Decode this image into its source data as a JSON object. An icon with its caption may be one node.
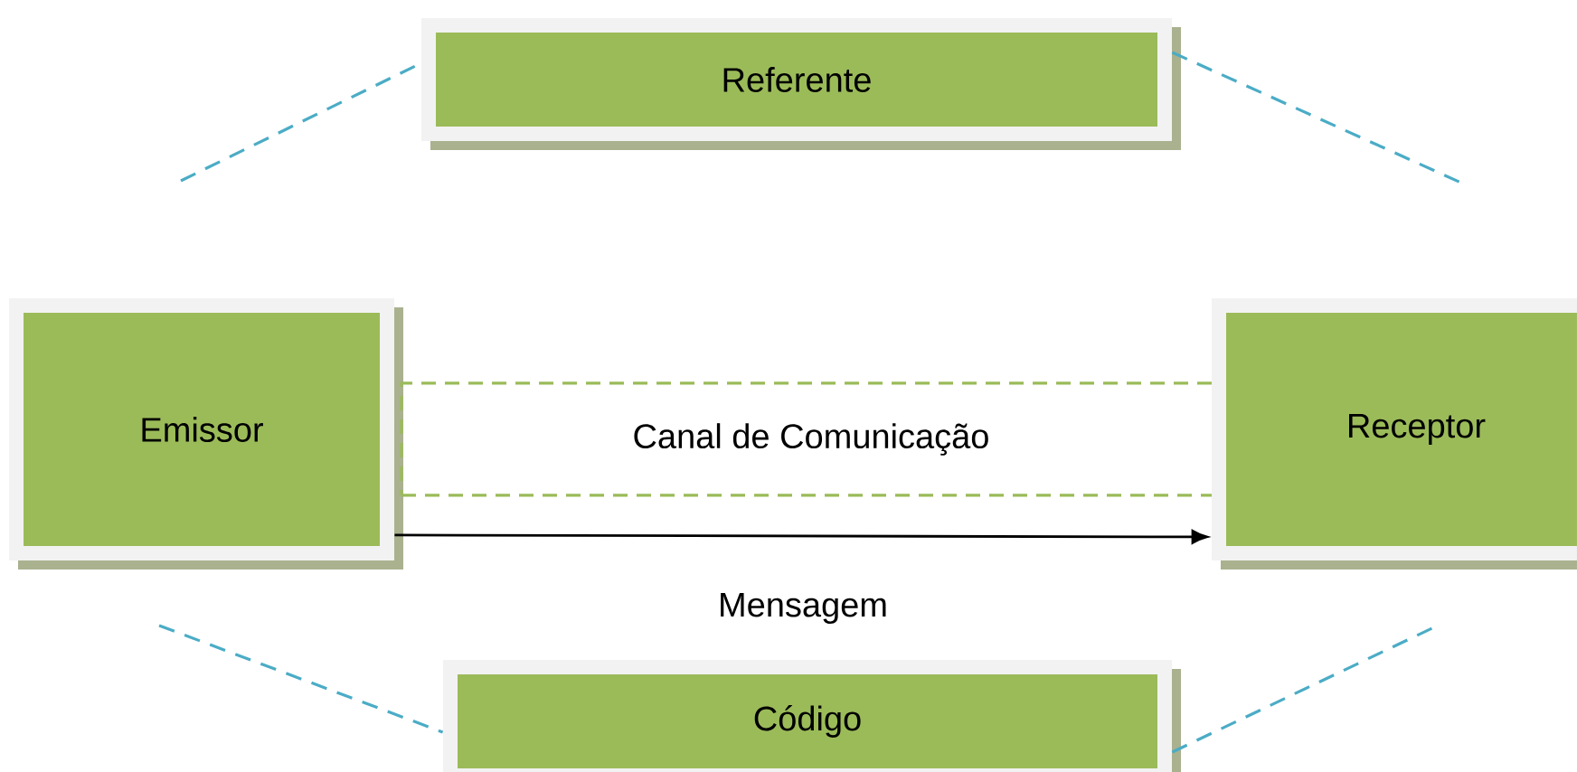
{
  "diagram": {
    "nodes": [
      {
        "text": [
          "Referente"
        ]
      },
      {
        "text": [
          "Emissor"
        ]
      },
      {
        "text": [
          "Canal de Comunicação"
        ]
      },
      {
        "text": [
          "Receptor"
        ]
      },
      {
        "text": [
          "Código"
        ]
      }
    ],
    "edges": [
      {
        "from": null,
        "to": 0,
        "arrow": "none",
        "style": "dashed",
        "color": "#4bacc6"
      },
      {
        "from": 0,
        "to": null,
        "arrow": "none",
        "style": "dashed",
        "color": "#4bacc6"
      },
      {
        "from": null,
        "to": 4,
        "arrow": "none",
        "style": "dashed",
        "color": "#4bacc6"
      },
      {
        "from": 4,
        "to": null,
        "arrow": "none",
        "style": "dashed",
        "color": "#4bacc6"
      },
      {
        "from": 1,
        "to": 3,
        "arrow": "to",
        "label": "Mensagem",
        "color": "#000000"
      }
    ]
  }
}
